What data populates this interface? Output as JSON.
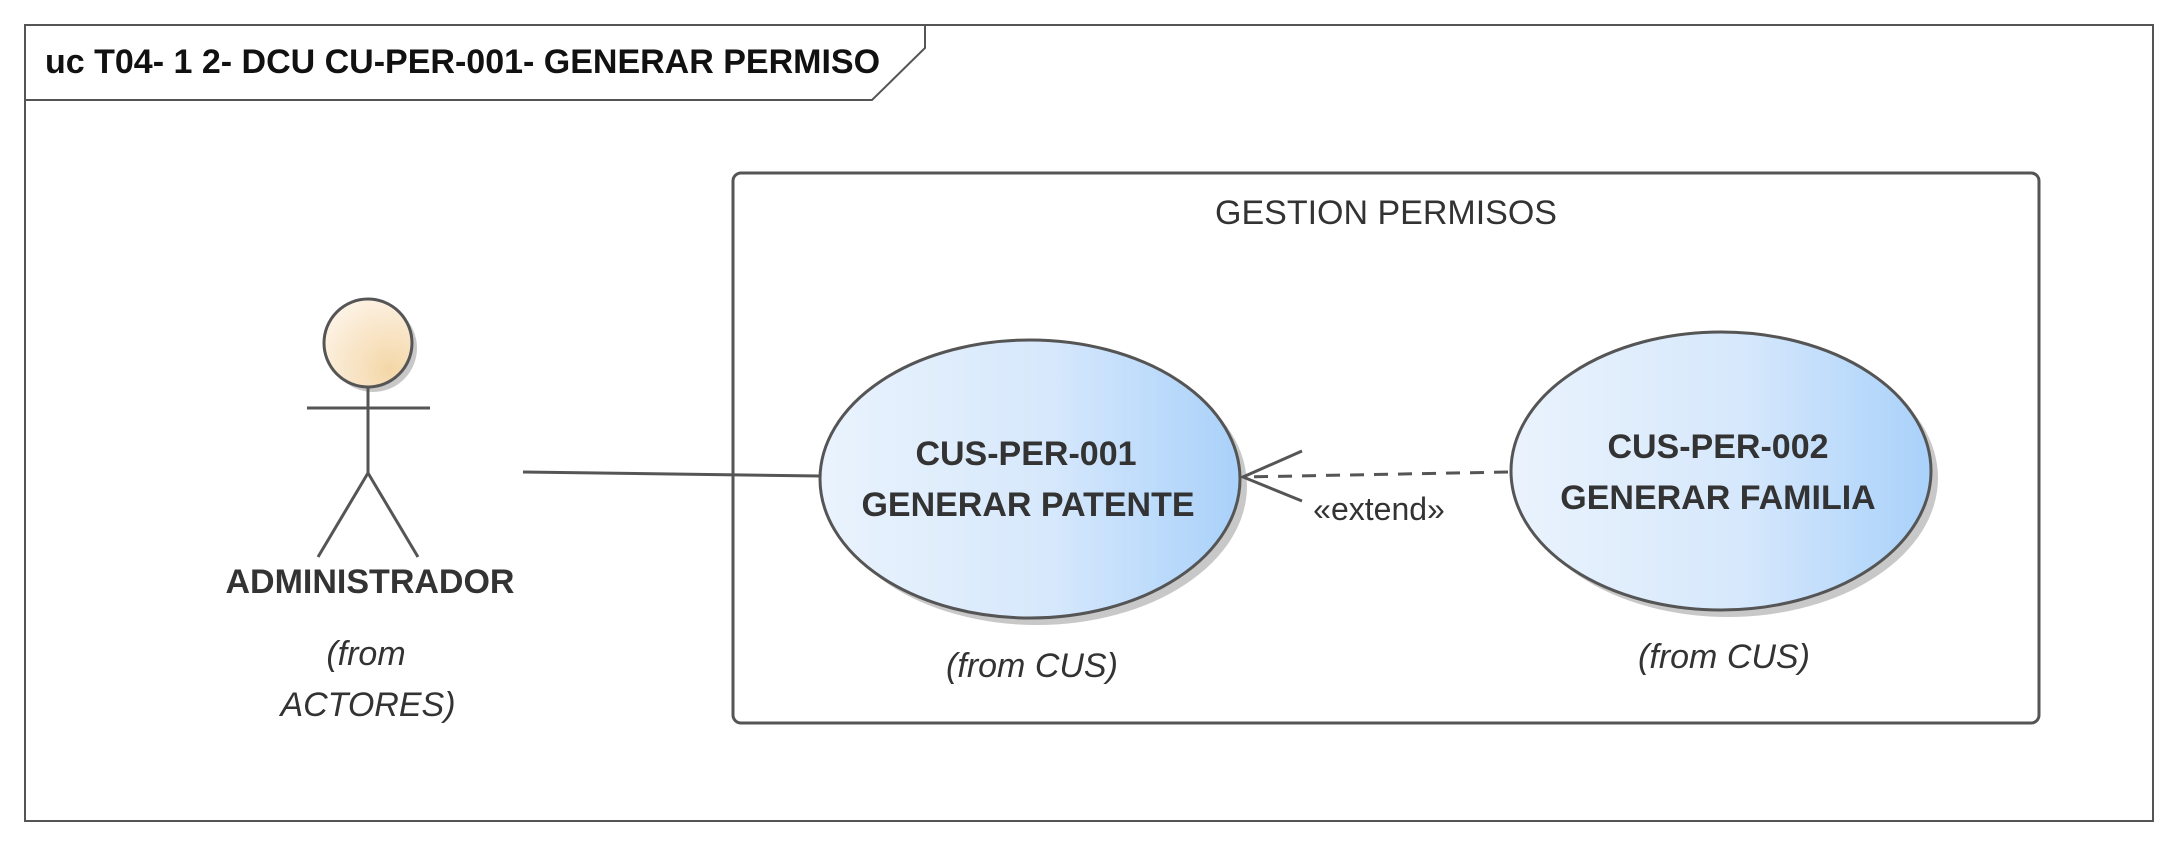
{
  "diagram": {
    "frame_title": "uc T04- 1 2- DCU CU-PER-001- GENERAR PERMISO",
    "boundary": {
      "label": "GESTION PERMISOS"
    },
    "actor": {
      "name": "ADMINISTRADOR",
      "from_line1": "(from",
      "from_line2": "ACTORES)"
    },
    "use_cases": [
      {
        "id_label": "CUS-PER-001",
        "name": "GENERAR PATENTE",
        "from": "(from CUS)"
      },
      {
        "id_label": "CUS-PER-002",
        "name": "GENERAR FAMILIA",
        "from": "(from CUS)"
      }
    ],
    "extend": {
      "label": "«extend»"
    },
    "colors": {
      "actor_fill_light": "#FDF3E6",
      "actor_fill_dark": "#F4D7A8",
      "usecase_fill_light": "#EAF3FD",
      "usecase_fill_dark": "#A9D1FA",
      "stroke": "#555555",
      "shadow": "#C8C8C8"
    }
  }
}
